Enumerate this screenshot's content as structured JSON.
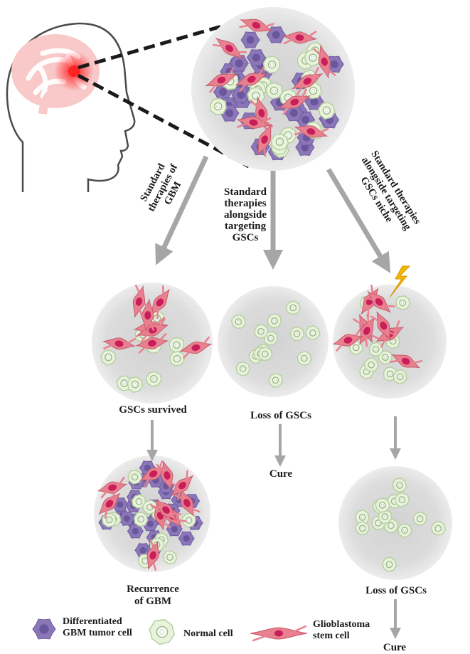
{
  "branches": {
    "left": "Standard\ntherapies of\nGBM",
    "middle": "Standard\ntherapies\nalongside\ntargeting\nGSCs",
    "right": "Standard therapies\nalongside targeting\nGSCs niche"
  },
  "outcomes": {
    "left_mid": "GSCs survived",
    "middle_mid": "Loss of GSCs",
    "middle_end": "Cure",
    "left_end": "Recurrence\nof GBM",
    "right_mid": "Loss of GSCs",
    "right_end": "Cure"
  },
  "legend": {
    "differentiated": "Differentiated\nGBM tumor cell",
    "normal": "Normal cell",
    "gsc": "Glioblastoma\nstem cell"
  },
  "colors": {
    "differentiated_cell": "#8b77b8",
    "normal_cell": "#e8f3dc",
    "stem_cell": "#e8808f",
    "stem_nucleus": "#c81e5a",
    "tumor_focus": "#ff1a1a",
    "brain": "#f7b8b8",
    "lightning": "#f5b800",
    "arrow": "#a6a6a6"
  }
}
